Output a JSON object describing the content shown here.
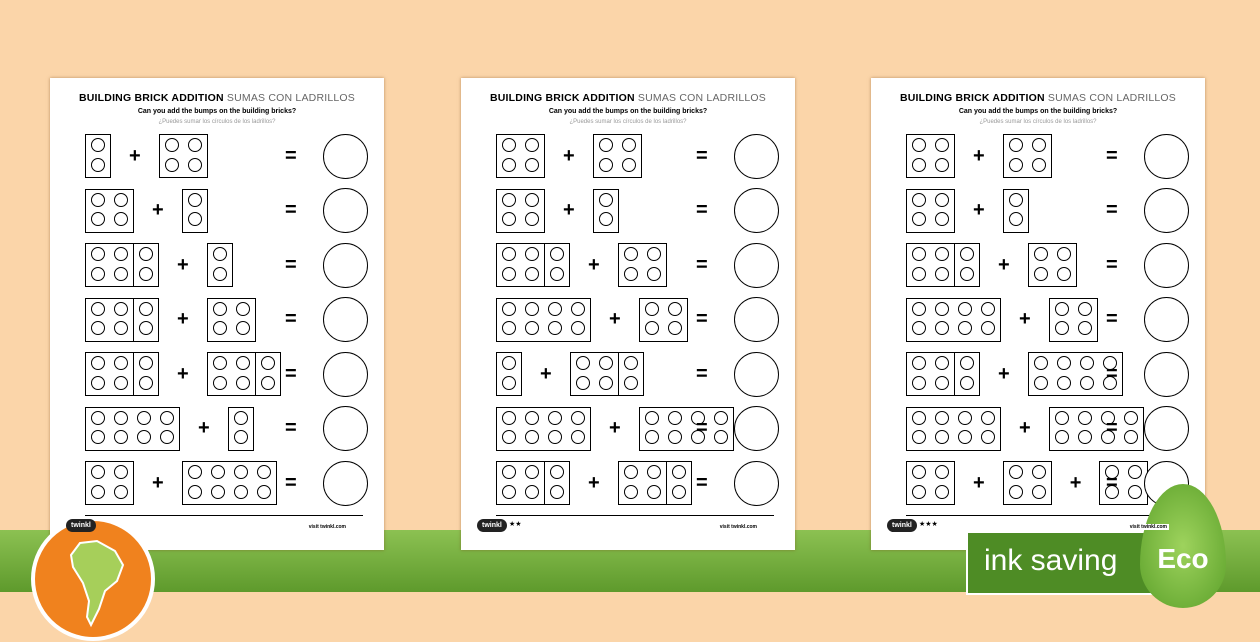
{
  "title": "BUILDING BRICK ADDITION",
  "title_es": "SUMAS CON LADRILLOS",
  "subtitle": "Can you add the bumps on the building bricks?",
  "subtitle_es": "¿Puedes sumar los círculos de los ladrillos?",
  "footer_url": "visit twinkl.com",
  "logo": "twinkl",
  "badge": {
    "text": "ink saving",
    "leaf": "Eco"
  },
  "colors": {
    "background": "#fbd5a9",
    "band": "#6fa83a",
    "map_circle": "#f0821e"
  },
  "sheets": [
    {
      "stars": "",
      "rows": [
        [
          [
            1
          ],
          [
            2
          ]
        ],
        [
          [
            2
          ],
          [
            1
          ]
        ],
        [
          [
            2,
            1
          ],
          [
            1
          ]
        ],
        [
          [
            2,
            1
          ],
          [
            2
          ]
        ],
        [
          [
            2,
            1
          ],
          [
            2,
            1
          ]
        ],
        [
          [
            4
          ],
          [
            1
          ]
        ],
        [
          [
            2
          ],
          [
            4
          ]
        ]
      ]
    },
    {
      "stars": "★★",
      "rows": [
        [
          [
            2
          ],
          [
            2
          ]
        ],
        [
          [
            2
          ],
          [
            1
          ]
        ],
        [
          [
            2,
            1
          ],
          [
            2
          ]
        ],
        [
          [
            4
          ],
          [
            2
          ]
        ],
        [
          [
            1
          ],
          [
            2,
            1
          ]
        ],
        [
          [
            4
          ],
          [
            4
          ]
        ],
        [
          [
            2,
            1
          ],
          [
            2,
            1
          ]
        ]
      ]
    },
    {
      "stars": "★★★",
      "rows": [
        [
          [
            2
          ],
          [
            2
          ]
        ],
        [
          [
            2
          ],
          [
            1
          ]
        ],
        [
          [
            2,
            1
          ],
          [
            2
          ]
        ],
        [
          [
            4
          ],
          [
            2
          ]
        ],
        [
          [
            2,
            1
          ],
          [
            4
          ]
        ],
        [
          [
            4
          ],
          [
            4
          ]
        ],
        [
          [
            2
          ],
          [
            2
          ],
          [
            2
          ]
        ]
      ]
    }
  ]
}
